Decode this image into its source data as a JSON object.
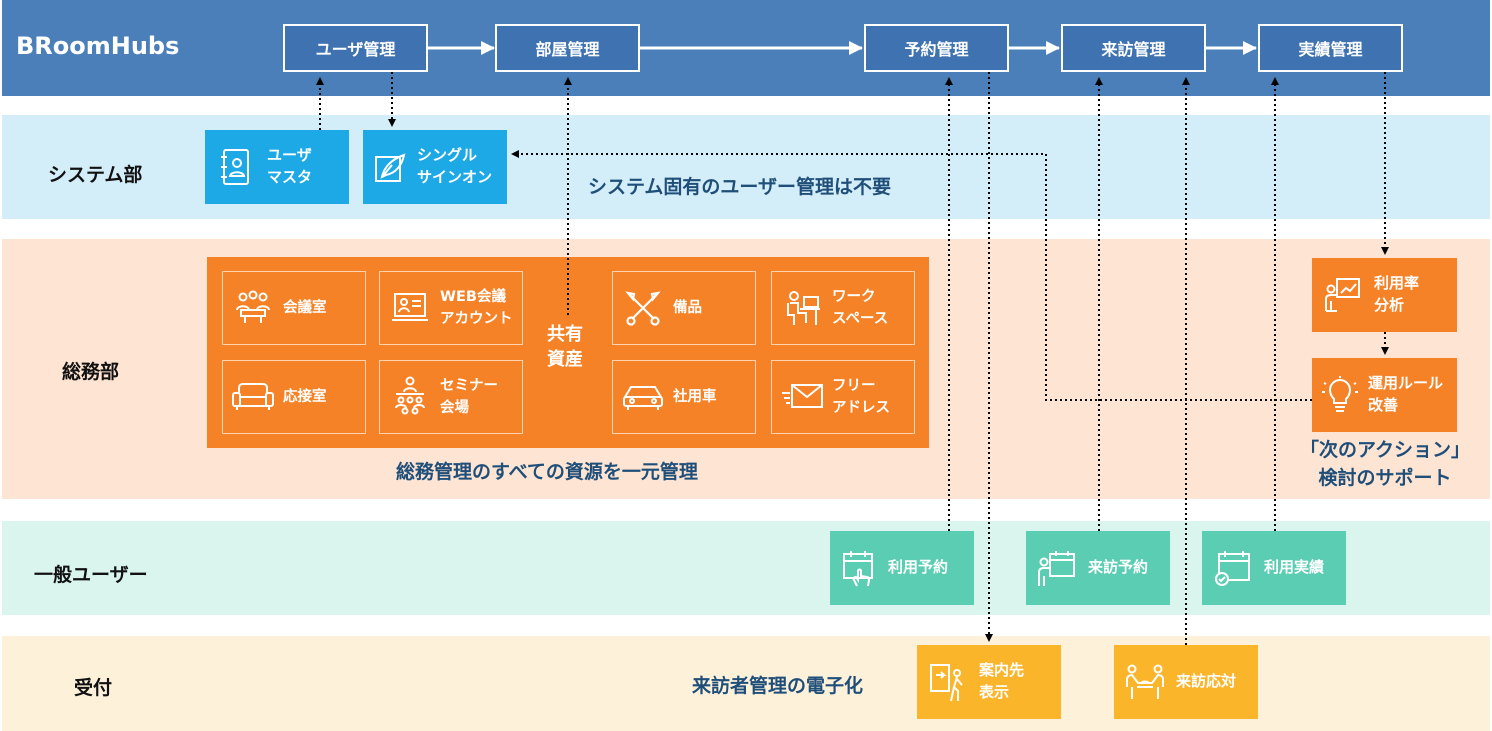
{
  "header": {
    "brand": "BRoomHubs",
    "steps": [
      "ユーザ管理",
      "部屋管理",
      "予約管理",
      "来訪管理",
      "実績管理"
    ]
  },
  "rows": {
    "system": "システム部",
    "general_affairs": "総務部",
    "general_users": "一般ユーザー",
    "reception": "受付"
  },
  "system": {
    "tiles": [
      {
        "label": "ユーザ\nマスタ",
        "icon": "address-book-icon"
      },
      {
        "label": "シングル\nサインオン",
        "icon": "feather-sign-icon"
      }
    ],
    "note": "システム固有のユーザー管理は不要"
  },
  "general_affairs": {
    "resources": [
      {
        "label": "会議室",
        "icon": "meeting-room-icon"
      },
      {
        "label": "WEB会議\nアカウント",
        "icon": "web-meeting-icon"
      },
      {
        "label": "備品",
        "icon": "tools-icon"
      },
      {
        "label": "ワーク\nスペース",
        "icon": "workspace-icon"
      },
      {
        "label": "応接室",
        "icon": "sofa-icon"
      },
      {
        "label": "セミナー\n会場",
        "icon": "seminar-icon"
      },
      {
        "label": "社用車",
        "icon": "car-icon"
      },
      {
        "label": "フリー\nアドレス",
        "icon": "envelope-icon"
      }
    ],
    "shared_label": "共有\n資産",
    "note": "総務管理のすべての資源を一元管理",
    "right_tiles": [
      {
        "label": "利用率\n分析",
        "icon": "presentation-chart-icon"
      },
      {
        "label": "運用ルール\n改善",
        "icon": "lightbulb-icon"
      }
    ],
    "right_note": "「次のアクション」\n検討のサポート"
  },
  "general_users": {
    "tiles": [
      {
        "label": "利用予約",
        "icon": "calendar-touch-icon"
      },
      {
        "label": "来訪予約",
        "icon": "calendar-person-icon"
      },
      {
        "label": "利用実績",
        "icon": "calendar-check-icon"
      }
    ]
  },
  "reception": {
    "note": "来訪者管理の電子化",
    "tiles": [
      {
        "label": "案内先\n表示",
        "icon": "guide-sign-icon"
      },
      {
        "label": "来訪応対",
        "icon": "handshake-icon"
      }
    ]
  },
  "colors": {
    "header": "#4a7fba",
    "process_box": "#3f72b0",
    "system_band": "#d4eef9",
    "system_tile": "#1da8e6",
    "ga_band": "#fde4d3",
    "ga_block": "#f58226",
    "users_band": "#daf5ee",
    "users_tile": "#5bcdb2",
    "reception_band": "#fdf1da",
    "reception_tile": "#fbb52b",
    "caption_text": "#1f4e79"
  }
}
